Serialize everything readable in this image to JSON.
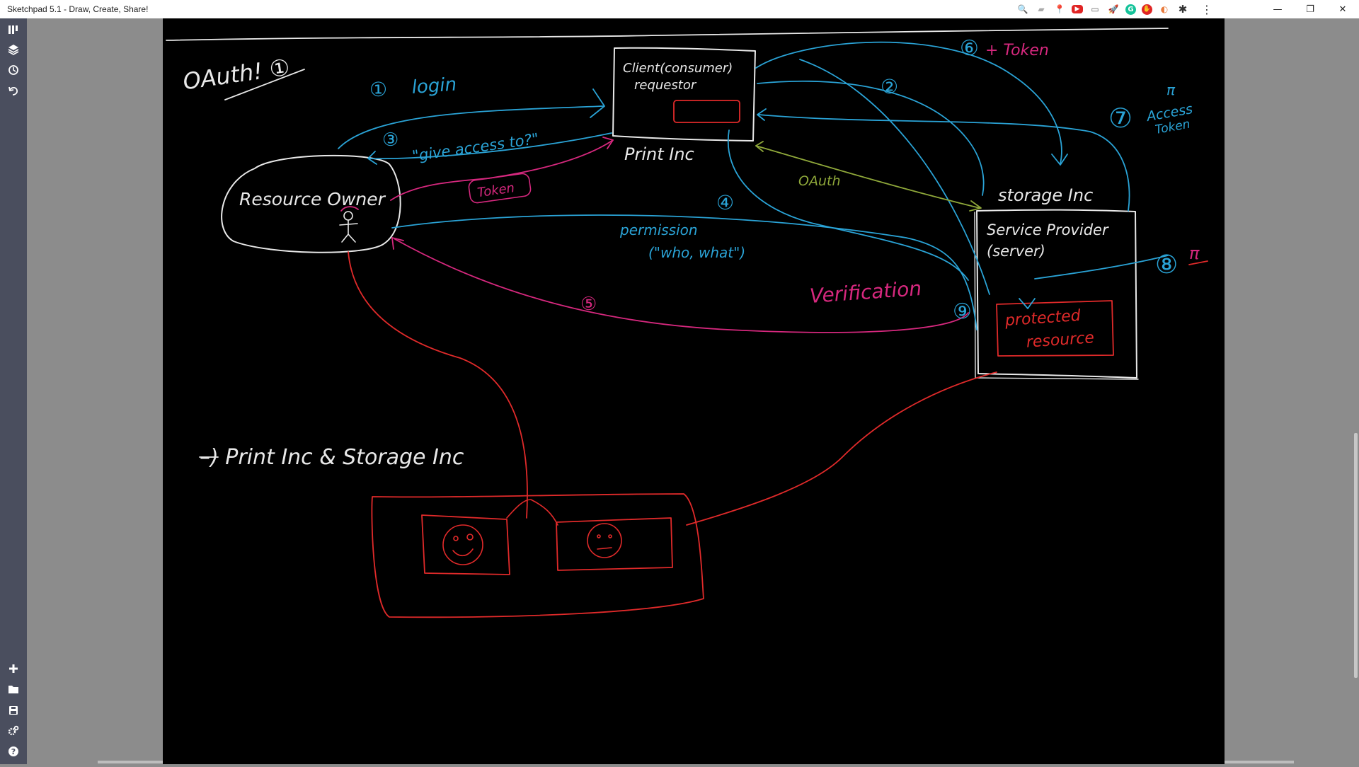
{
  "window": {
    "title": "Sketchpad 5.1 - Draw, Create, Share!",
    "minimize": "—",
    "restore": "❐",
    "close": "✕"
  },
  "extensions": [
    {
      "icon": "zoom-icon",
      "glyph": "🔍"
    },
    {
      "icon": "extension-gray-icon",
      "glyph": "▰"
    },
    {
      "icon": "location-pin-icon",
      "glyph": "📍"
    },
    {
      "icon": "youtube-icon",
      "glyph": "▶"
    },
    {
      "icon": "screen-icon",
      "glyph": "▭"
    },
    {
      "icon": "rocket-icon",
      "glyph": "🚀"
    },
    {
      "icon": "grammarly-icon",
      "glyph": "G"
    },
    {
      "icon": "adblock-icon",
      "glyph": "✋"
    },
    {
      "icon": "extension-orange-icon",
      "glyph": "◐"
    },
    {
      "icon": "puzzle-icon",
      "glyph": "✱"
    },
    {
      "icon": "menu-icon",
      "glyph": "⋮"
    }
  ],
  "toolbar": {
    "tools_top": [
      "brush-tool-icon",
      "layers-icon",
      "history-icon",
      "undo-icon"
    ],
    "tools_bottom": [
      "add-icon",
      "folder-icon",
      "save-icon",
      "settings-icon",
      "help-icon"
    ]
  },
  "drawing": {
    "heading": "OAuth! ①",
    "n1": "①",
    "login": "login",
    "client_line1": "Client(consumer)",
    "client_line2": "requestor",
    "print_inc": "Print Inc",
    "n2": "②",
    "n6": "⑥",
    "n6_token": "+ Token",
    "n7": "⑦",
    "access_token_line1": "Access",
    "access_token_line2": "Token",
    "pi_top": "π",
    "n3": "③",
    "give_access": "\"give access to?\"",
    "token": "Token",
    "oauth": "OAuth",
    "resource_owner": "Resource Owner",
    "storage_inc": "storage Inc",
    "service_provider": "Service Provider",
    "server": "(server)",
    "n8": "⑧",
    "pi_right": "π",
    "n4": "④",
    "permission": "permission",
    "who_what": "(\"who, what\")",
    "n5": "⑤",
    "verification": "Verification",
    "n9": "⑨",
    "protected_line1": "protected",
    "protected_line2": "resource",
    "arrow_note": "–) Print Inc & Storage Inc"
  },
  "colors": {
    "canvas": "#000000",
    "white_ink": "#e8e8e8",
    "blue_ink": "#2aa3d6",
    "magenta_ink": "#d6287e",
    "red_ink": "#e02a2a",
    "olive_ink": "#8fa83a",
    "toolbar": "#4a4e5e"
  }
}
